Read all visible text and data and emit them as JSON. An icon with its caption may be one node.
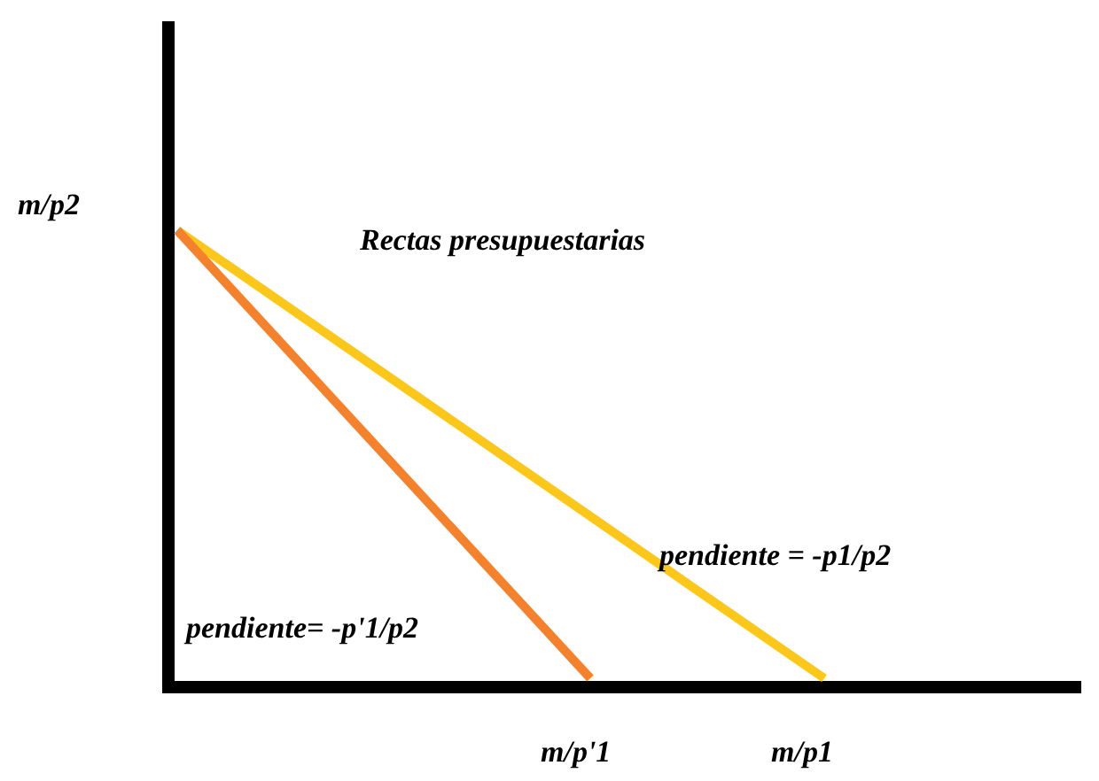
{
  "diagram": {
    "labels": [
      "m/p2",
      "Rectas presupuestarias",
      "pendiente = -p1/p2",
      "pendiente= -p'1/p2",
      "m/p'1",
      "m/p1"
    ]
  }
}
